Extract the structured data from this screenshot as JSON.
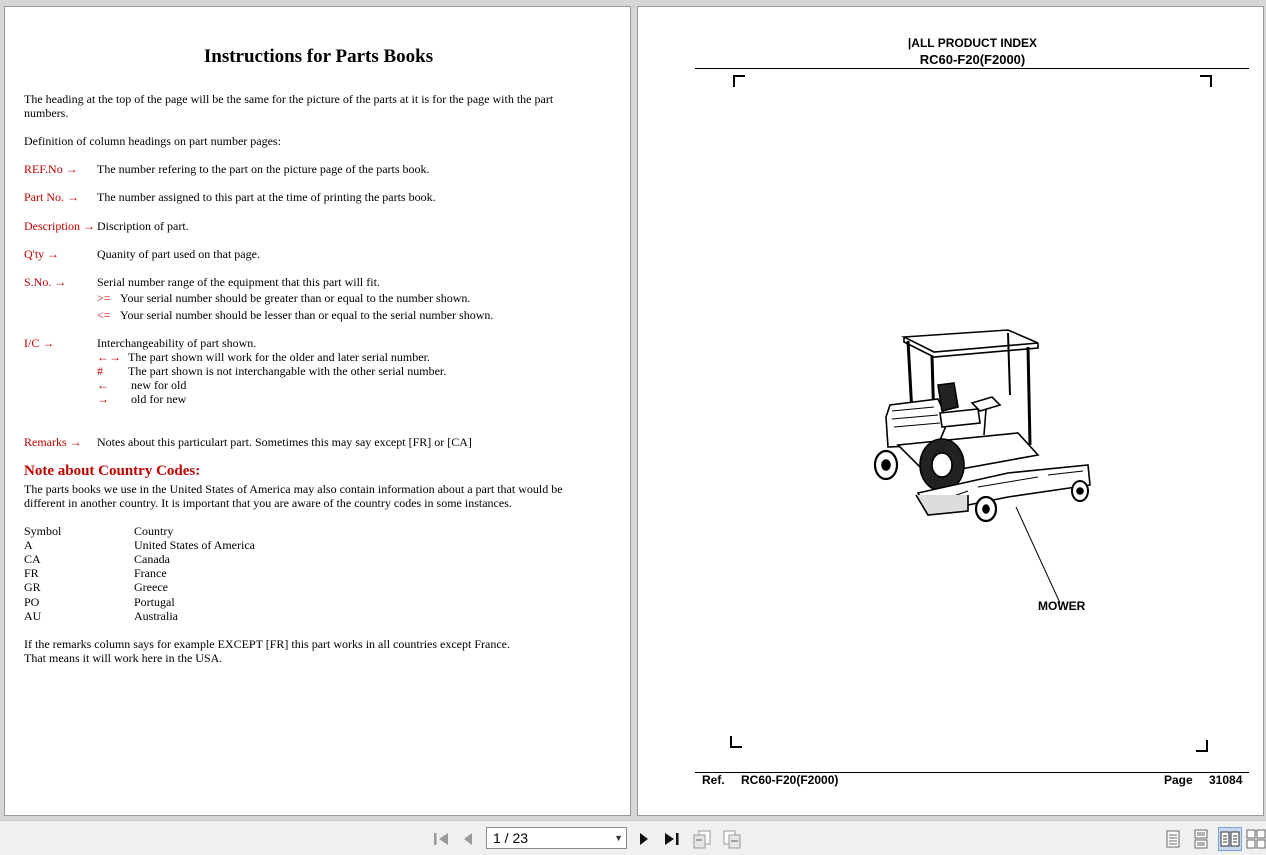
{
  "left_page": {
    "title": "Instructions for Parts Books",
    "intro": "The heading at the top of the page will be the same for the picture of the parts at it is for the page with the part numbers.",
    "definition": "Definition of column headings on part number pages:",
    "columns": [
      {
        "key": "REF.No →",
        "desc": "The number refering to the part on the picture page of the parts book."
      },
      {
        "key": "Part No. →",
        "desc": "The number assigned to this part at the time of printing the parts book."
      },
      {
        "key": "Description →",
        "desc": "Discription of part."
      },
      {
        "key": "Q'ty →",
        "desc": "Quanity of part used on that page."
      }
    ],
    "sno": {
      "key": "S.No. →",
      "desc": "Serial number range of the equipment that this part will fit.",
      "ge_sym": ">=",
      "ge_text": "Your serial number should be greater than or equal to the number shown.",
      "le_sym": "<=",
      "le_text": "Your serial number should be lesser than or equal to the serial number shown."
    },
    "ic": {
      "key": "I/C →",
      "desc": "Interchangeability of part shown.",
      "rows": [
        {
          "sym": "←→",
          "text": "The part shown will work for the older and later serial number."
        },
        {
          "sym": "#",
          "text": "The part shown is not interchangable with the other serial number."
        },
        {
          "sym": "←",
          "text": "new for old"
        },
        {
          "sym": "→",
          "text": "old for new"
        }
      ]
    },
    "remarks": {
      "key": "Remarks →",
      "desc": "Notes about this particulart part. Sometimes this may say except [FR] or [CA]"
    },
    "country_heading": "Note about Country Codes:",
    "country_intro": "The parts books we use in the United States of America may also contain information about a part that would be different in another country. It is important that you are aware of the country codes in some instances.",
    "country_table": {
      "headers": [
        "Symbol",
        "Country"
      ],
      "rows": [
        [
          "A",
          "United States of America"
        ],
        [
          "CA",
          "Canada"
        ],
        [
          "FR",
          "France"
        ],
        [
          "GR",
          "Greece"
        ],
        [
          "PO",
          "Portugal"
        ],
        [
          "AU",
          "Australia"
        ]
      ]
    },
    "closing_1": "If the remarks column says for example EXCEPT [FR] this part works in all countries except France.",
    "closing_2": "That means it will work here in the USA."
  },
  "right_page": {
    "header_1": "|ALL PRODUCT INDEX",
    "header_2": "RC60-F20(F2000)",
    "callout_label": "MOWER",
    "footer_ref_label": "Ref.",
    "footer_ref_value": "RC60-F20(F2000)",
    "footer_page_label": "Page",
    "footer_page_value": "31084"
  },
  "toolbar": {
    "page_indicator": "1 / 23",
    "icons": [
      "first-page-icon",
      "previous-page-icon",
      "next-page-icon",
      "last-page-icon",
      "go-back-view-icon",
      "go-forward-view-icon",
      "single-page-view-icon",
      "continuous-view-icon",
      "two-page-view-icon",
      "two-page-continuous-view-icon"
    ]
  },
  "colors": {
    "label_red": "#c00000",
    "toolbar_bg": "#f0f0f0",
    "viewer_bg": "#d6d6d6",
    "active_view_bg": "#c5d8ee"
  }
}
